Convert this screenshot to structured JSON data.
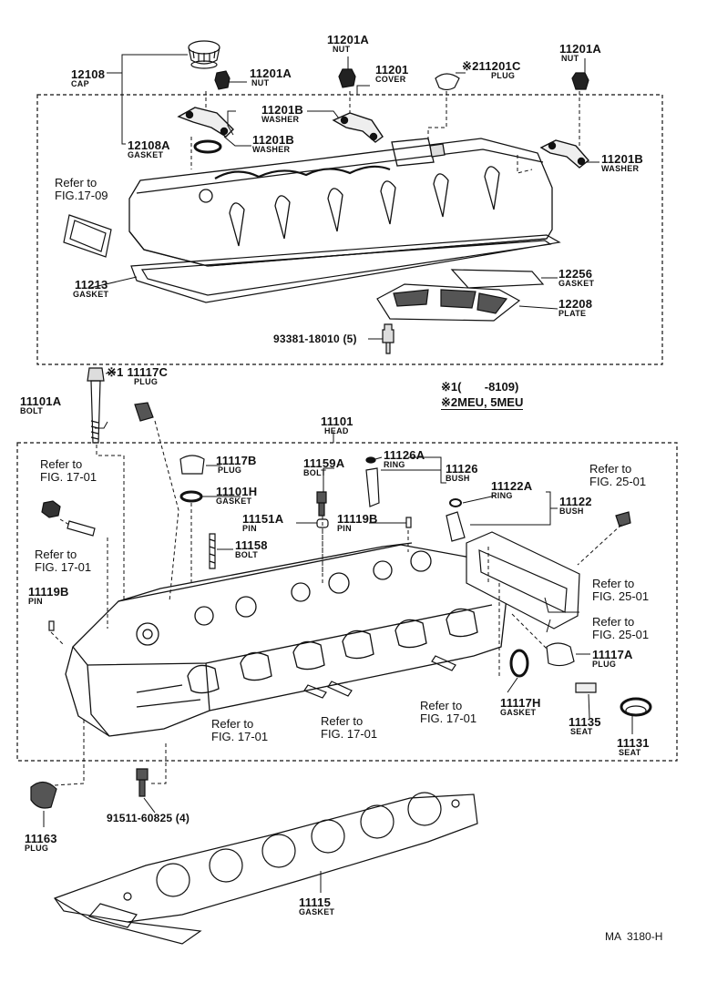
{
  "parts": {
    "cap": {
      "num": "12108",
      "name": "CAP"
    },
    "gasket_12108a": {
      "num": "12108A",
      "name": "GASKET"
    },
    "nut_top": {
      "num": "11201A",
      "name": "NUT"
    },
    "nut_left": {
      "num": "11201A",
      "name": "NUT"
    },
    "nut_right": {
      "num": "11201A",
      "name": "NUT"
    },
    "cover": {
      "num": "11201",
      "name": "COVER"
    },
    "plug_11201c": {
      "mark": "※2",
      "num": "11201C",
      "name": "PLUG"
    },
    "washer_mid": {
      "num": "11201B",
      "name": "WASHER"
    },
    "washer_left": {
      "num": "11201B",
      "name": "WASHER"
    },
    "washer_right": {
      "num": "11201B",
      "name": "WASHER"
    },
    "gasket_11213": {
      "num": "11213",
      "name": "GASKET"
    },
    "gasket_12256": {
      "num": "12256",
      "name": "GASKET"
    },
    "plate_12208": {
      "num": "12208",
      "name": "PLATE"
    },
    "bolt_93381": {
      "num": "93381-18010 (5)"
    },
    "bolt_11101a": {
      "num": "11101A",
      "name": "BOLT"
    },
    "plug_11117c": {
      "mark": "※1",
      "num": "11117C",
      "name": "PLUG"
    },
    "head": {
      "num": "11101",
      "name": "HEAD"
    },
    "plug_11117b": {
      "num": "11117B",
      "name": "PLUG"
    },
    "gasket_11101h": {
      "num": "11101H",
      "name": "GASKET"
    },
    "bolt_11159a": {
      "num": "11159A",
      "name": "BOLT"
    },
    "ring_11126a": {
      "num": "11126A",
      "name": "RING"
    },
    "bush_11126": {
      "num": "11126",
      "name": "BUSH"
    },
    "ring_11122a": {
      "num": "11122A",
      "name": "RING"
    },
    "bush_11122": {
      "num": "11122",
      "name": "BUSH"
    },
    "pin_11151a": {
      "num": "11151A",
      "name": "PIN"
    },
    "pin_11119b_mid": {
      "num": "11119B",
      "name": "PIN"
    },
    "bolt_11158": {
      "num": "11158",
      "name": "BOLT"
    },
    "pin_11119b_left": {
      "num": "11119B",
      "name": "PIN"
    },
    "plug_11117a": {
      "num": "11117A",
      "name": "PLUG"
    },
    "gasket_11117h": {
      "num": "11117H",
      "name": "GASKET"
    },
    "seat_11135": {
      "num": "11135",
      "name": "SEAT"
    },
    "seat_11131": {
      "num": "11131",
      "name": "SEAT"
    },
    "plug_11163": {
      "num": "11163",
      "name": "PLUG"
    },
    "bolt_91511": {
      "num": "91511-60825 (4)"
    },
    "gasket_11115": {
      "num": "11115",
      "name": "GASKET"
    }
  },
  "refs": {
    "fig1709": {
      "a": "Refer to",
      "b": "FIG.17-09"
    },
    "fig1701_a": {
      "a": "Refer to",
      "b": "FIG. 17-01"
    },
    "fig1701_b": {
      "a": "Refer to",
      "b": "FIG. 17-01"
    },
    "fig2501_a": {
      "a": "Refer to",
      "b": "FIG. 25-01"
    },
    "fig2501_b": {
      "a": "Refer to",
      "b": "FIG. 25-01"
    },
    "fig2501_c": {
      "a": "Refer to",
      "b": "FIG. 25-01"
    },
    "fig1701_c": {
      "a": "Refer to",
      "b": "FIG. 17-01"
    },
    "fig1701_d": {
      "a": "Refer to",
      "b": "FIG. 17-01"
    },
    "fig1701_e": {
      "a": "Refer to",
      "b": "FIG. 17-01"
    }
  },
  "legend": {
    "line1": "※1(       -8109)",
    "line2": "※2MEU, 5MEU"
  },
  "code": "MA  3180-H"
}
